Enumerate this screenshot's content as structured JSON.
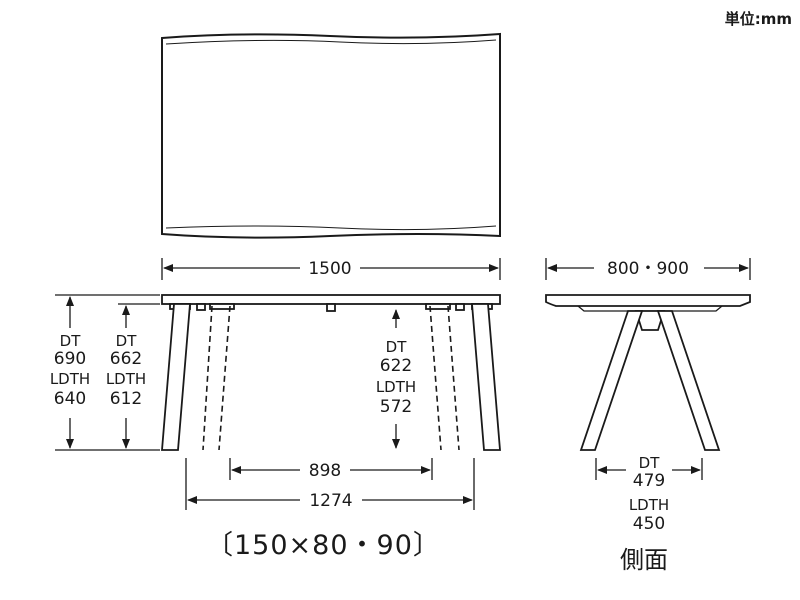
{
  "unit_label": "単位:mm",
  "caption": "〔150×80・90〕",
  "side_caption": "側面",
  "top_width": "1500",
  "side_depth": "800・900",
  "inner_span": "898",
  "leg_span": "1274",
  "height_left": {
    "l1": "DT",
    "l2": "690",
    "l3": "LDTH",
    "l4": "640"
  },
  "height_mid": {
    "l1": "DT",
    "l2": "662",
    "l3": "LDTH",
    "l4": "612"
  },
  "clearance": {
    "l1": "DT",
    "l2": "622",
    "l3": "LDTH",
    "l4": "572"
  },
  "side_foot": {
    "l1": "DT",
    "l2": "479",
    "l3": "LDTH",
    "l4": "450"
  }
}
